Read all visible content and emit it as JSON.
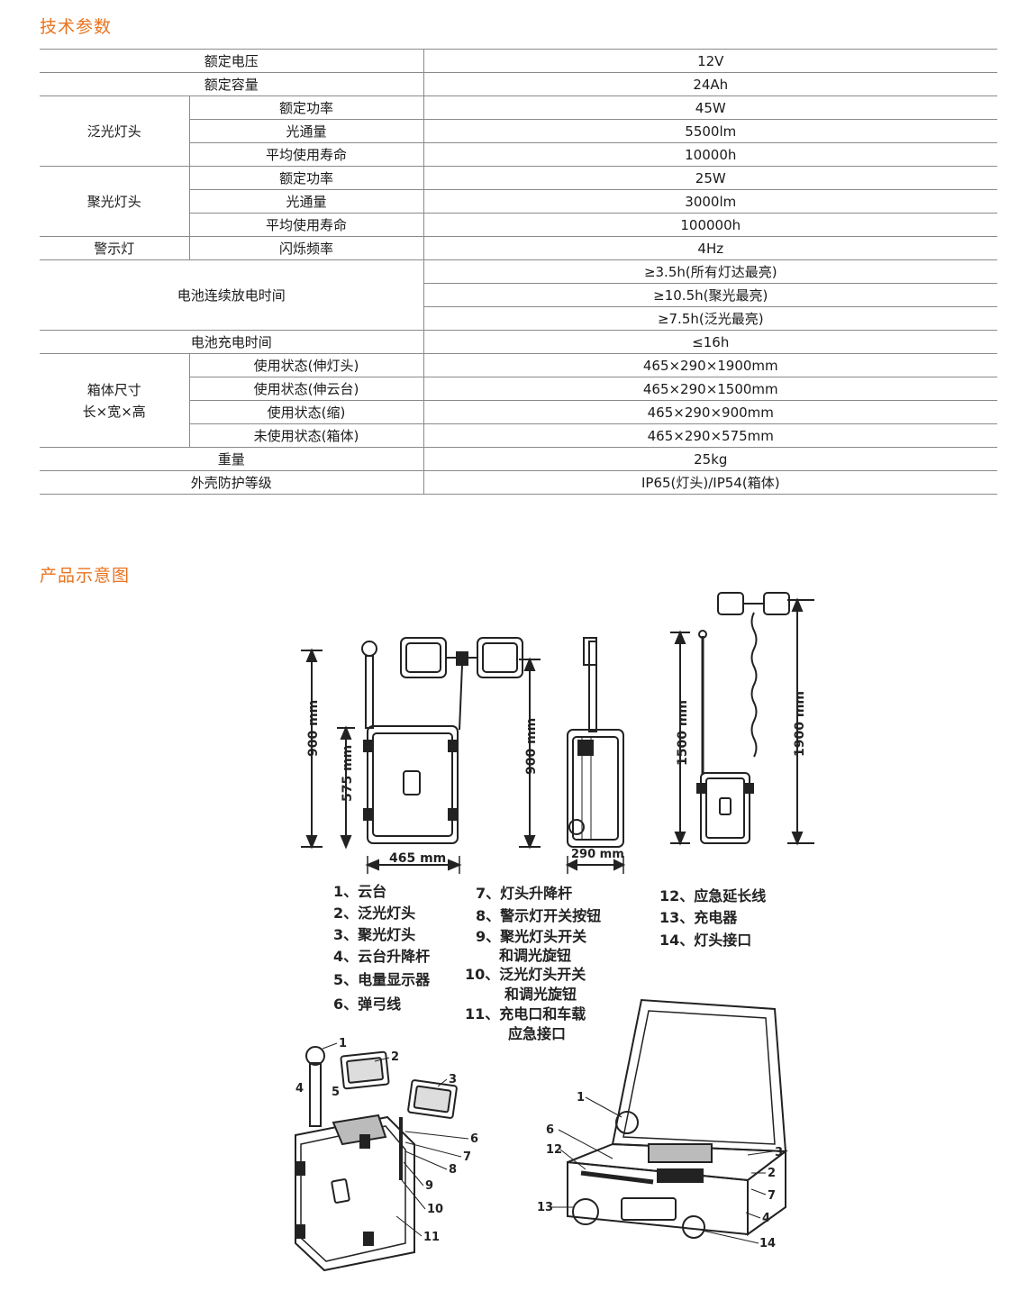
{
  "sections": {
    "spec_title": "技术参数",
    "diagram_title": "产品示意图"
  },
  "spec": {
    "rated_voltage": {
      "label": "额定电压",
      "value": "12V"
    },
    "rated_capacity": {
      "label": "额定容量",
      "value": "24Ah"
    },
    "flood": {
      "group": "泛光灯头",
      "rows": [
        {
          "label": "额定功率",
          "value": "45W"
        },
        {
          "label": "光通量",
          "value": "5500lm"
        },
        {
          "label": "平均使用寿命",
          "value": "10000h"
        }
      ]
    },
    "spot": {
      "group": "聚光灯头",
      "rows": [
        {
          "label": "额定功率",
          "value": "25W"
        },
        {
          "label": "光通量",
          "value": "3000lm"
        },
        {
          "label": "平均使用寿命",
          "value": "100000h"
        }
      ]
    },
    "warning": {
      "group": "警示灯",
      "label": "闪烁频率",
      "value": "4Hz"
    },
    "discharge": {
      "label": "电池连续放电时间",
      "values": [
        "≥3.5h(所有灯达最亮)",
        "≥10.5h(聚光最亮)",
        "≥7.5h(泛光最亮)"
      ]
    },
    "charge": {
      "label": "电池充电时间",
      "value": "≤16h"
    },
    "size": {
      "group_line1": "箱体尺寸",
      "group_line2": "长×宽×高",
      "rows": [
        {
          "label": "使用状态(伸灯头)",
          "value": "465×290×1900mm"
        },
        {
          "label": "使用状态(伸云台)",
          "value": "465×290×1500mm"
        },
        {
          "label": "使用状态(缩)",
          "value": "465×290×900mm"
        },
        {
          "label": "未使用状态(箱体)",
          "value": "465×290×575mm"
        }
      ]
    },
    "weight": {
      "label": "重量",
      "value": "25kg"
    },
    "protection": {
      "label": "外壳防护等级",
      "value": "IP65(灯头)/IP54(箱体)"
    }
  },
  "diagram": {
    "dims": {
      "h900": "900 mm",
      "h575": "575 mm",
      "w465": "465 mm",
      "h900b": "900 mm",
      "w290": "290 mm",
      "h1500": "1500 mm",
      "h1900": "1900 mm"
    },
    "legend_col1": [
      "1、云台",
      "2、泛光灯头",
      "3、聚光灯头",
      "4、云台升降杆",
      "5、电量显示器",
      "6、弹弓线"
    ],
    "legend_col2": [
      "7、灯头升降杆",
      "8、警示灯开关按钮",
      "9、聚光灯头开关",
      "和调光旋钮",
      "10、泛光灯头开关",
      "和调光旋钮",
      "11、充电口和车载",
      "应急接口"
    ],
    "legend_col3": [
      "12、应急延长线",
      "13、充电器",
      "14、灯头接口"
    ],
    "callouts_left": [
      "1",
      "2",
      "3",
      "4",
      "5",
      "6",
      "7",
      "8",
      "9",
      "10",
      "11"
    ],
    "callouts_right": [
      "1",
      "6",
      "12",
      "3",
      "2",
      "7",
      "13",
      "4",
      "14"
    ]
  },
  "colors": {
    "accent": "#e8731f",
    "rule": "#8a8a8a"
  }
}
